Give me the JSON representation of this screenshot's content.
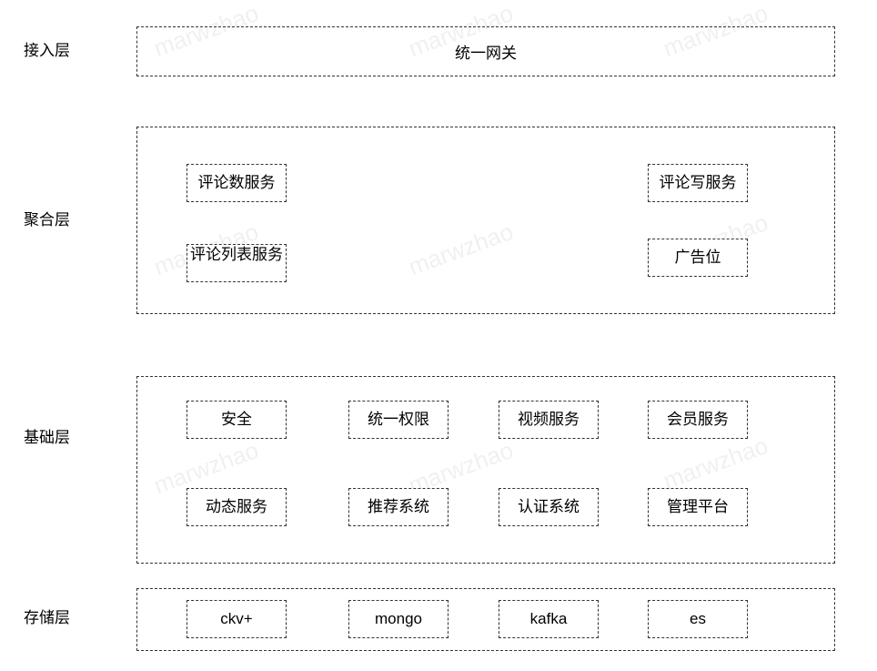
{
  "watermark_text": "marwzhao",
  "layers": {
    "access": {
      "label": "接入层",
      "gateway": "统一网关"
    },
    "aggregation": {
      "label": "聚合层",
      "services": [
        "评论数服务",
        "评论写服务",
        "评论列表服务",
        "广告位"
      ]
    },
    "foundation": {
      "label": "基础层",
      "services": [
        "安全",
        "统一权限",
        "视频服务",
        "会员服务",
        "动态服务",
        "推荐系统",
        "认证系统",
        "管理平台"
      ]
    },
    "storage": {
      "label": "存储层",
      "services": [
        "ckv+",
        "mongo",
        "kafka",
        "es"
      ]
    }
  }
}
